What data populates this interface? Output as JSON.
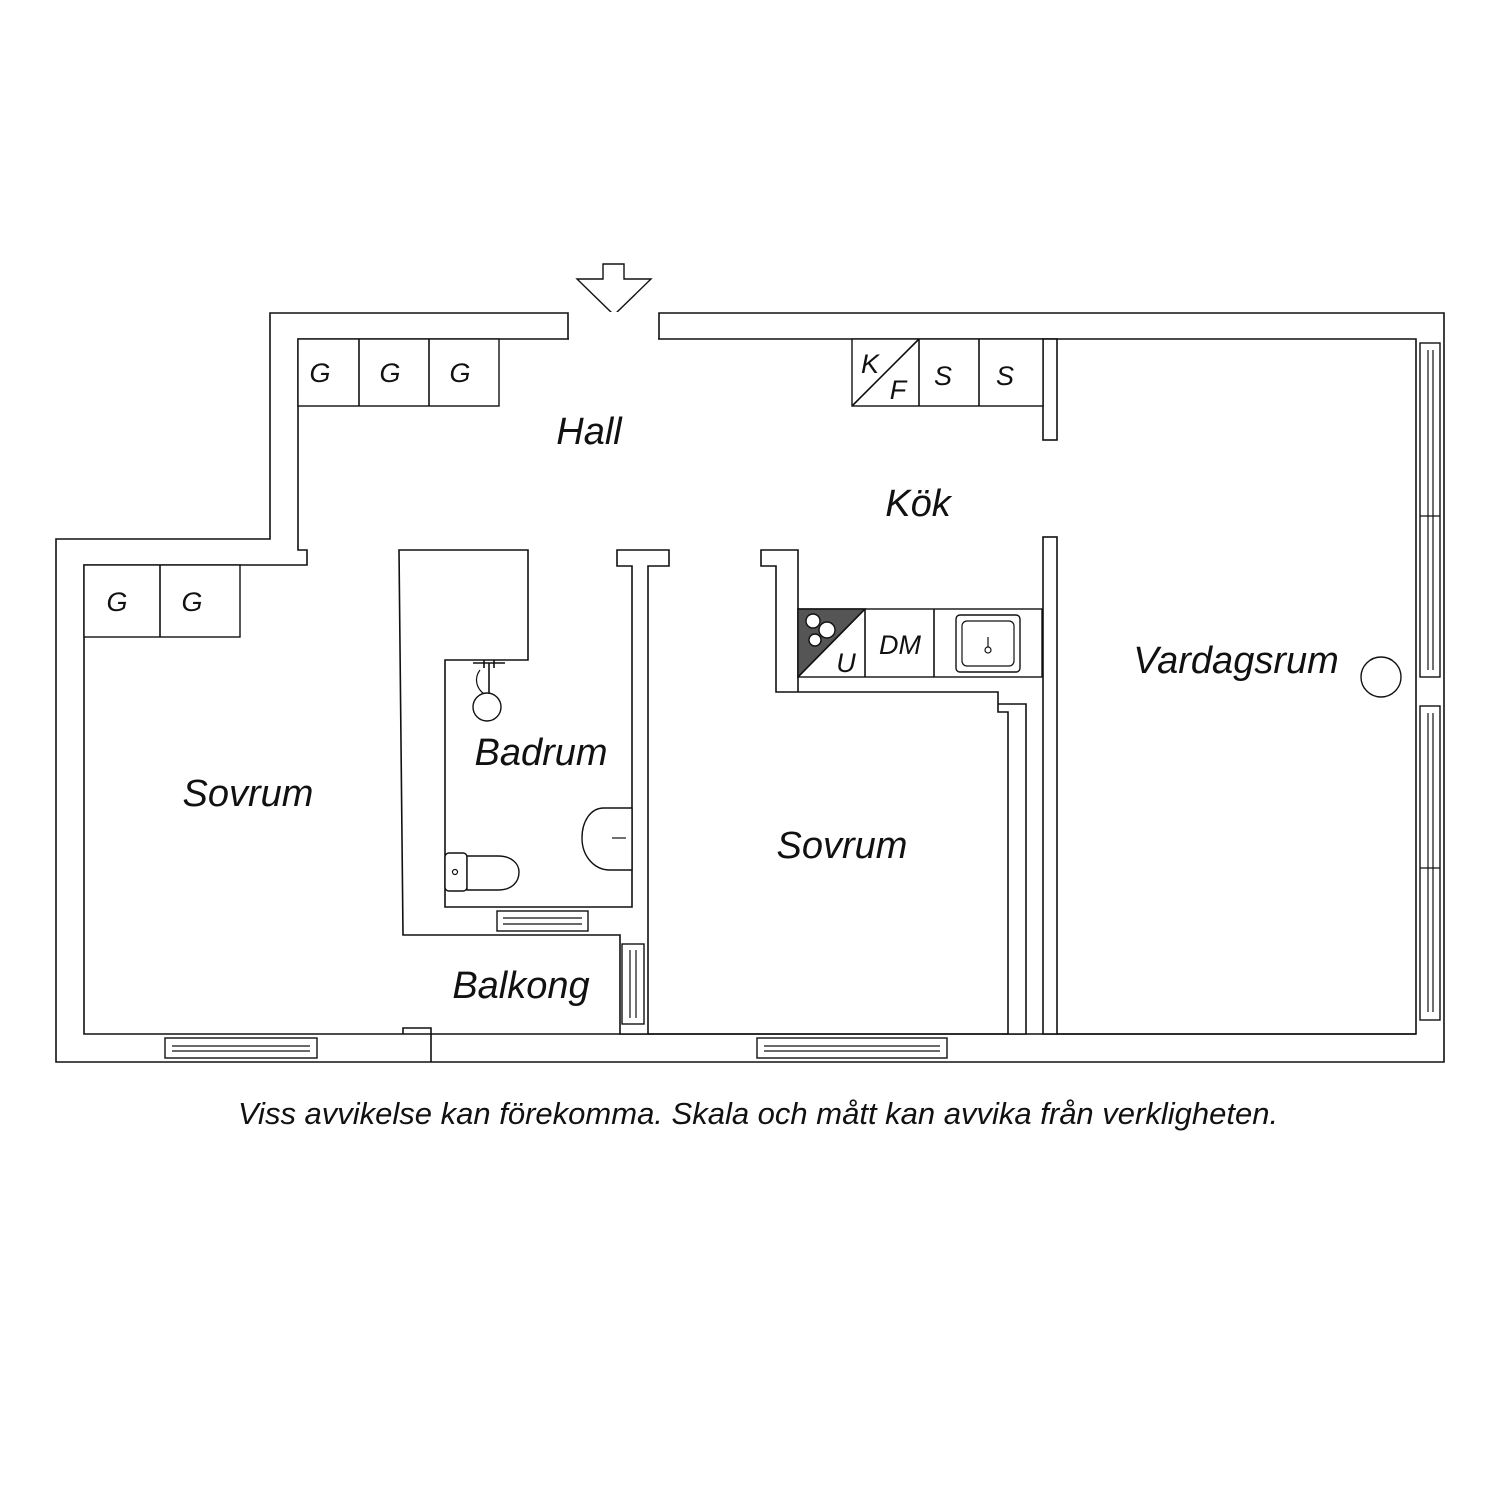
{
  "rooms": {
    "hall": "Hall",
    "kok": "Kök",
    "vardagsrum": "Vardagsrum",
    "sovrum_left": "Sovrum",
    "sovrum_middle": "Sovrum",
    "badrum": "Badrum",
    "balkong": "Balkong"
  },
  "cabinets": {
    "hall_wardrobes": [
      "G",
      "G",
      "G"
    ],
    "bedroom_wardrobes": [
      "G",
      "G"
    ],
    "kitchen_top": [
      "K",
      "F",
      "S",
      "S"
    ],
    "kitchen_bottom": [
      "U",
      "DM"
    ]
  },
  "caption": "Viss avvikelse kan förekomma. Skala och mått kan avvika från verkligheten.",
  "colors": {
    "lines": "#111111",
    "background": "#ffffff",
    "stove": "#555555"
  }
}
